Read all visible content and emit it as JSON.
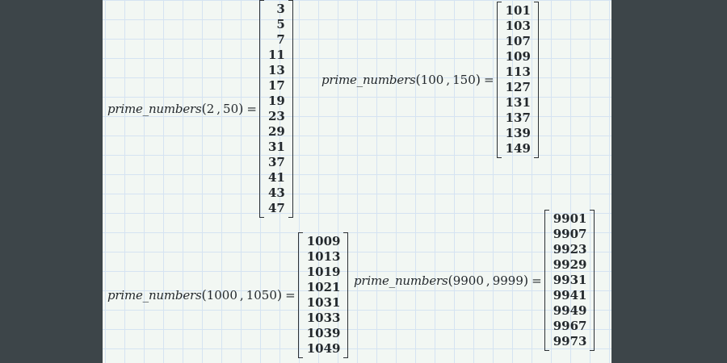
{
  "app": {
    "description": "math notebook grid sheet",
    "colors": {
      "side_panel": "#3d4549",
      "paper": "#f2f7f3",
      "grid_line": "#d5e3f2",
      "text": "#23282c",
      "bracket": "#2b3034"
    }
  },
  "syntax": {
    "open_paren": "(",
    "comma": ",",
    "close_paren": ")",
    "equals": "="
  },
  "expressions": [
    {
      "name": "prime_numbers",
      "args": [
        "2",
        "50"
      ],
      "values": [
        "3",
        "5",
        "7",
        "11",
        "13",
        "17",
        "19",
        "23",
        "29",
        "31",
        "37",
        "41",
        "43",
        "47"
      ]
    },
    {
      "name": "prime_numbers",
      "args": [
        "100",
        "150"
      ],
      "values": [
        "101",
        "103",
        "107",
        "109",
        "113",
        "127",
        "131",
        "137",
        "139",
        "149"
      ]
    },
    {
      "name": "prime_numbers",
      "args": [
        "1000",
        "1050"
      ],
      "values": [
        "1009",
        "1013",
        "1019",
        "1021",
        "1031",
        "1033",
        "1039",
        "1049"
      ]
    },
    {
      "name": "prime_numbers",
      "args": [
        "9900",
        "9999"
      ],
      "values": [
        "9901",
        "9907",
        "9923",
        "9929",
        "9931",
        "9941",
        "9949",
        "9967",
        "9973"
      ]
    }
  ]
}
